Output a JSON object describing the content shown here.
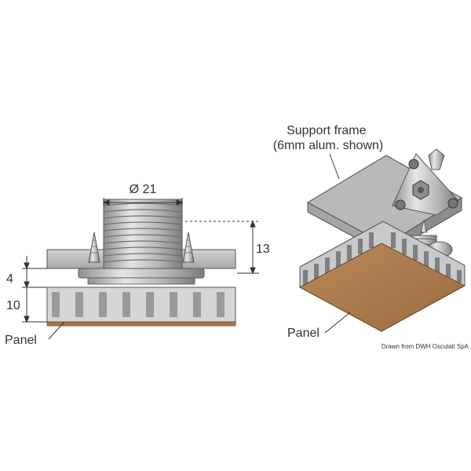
{
  "labels": {
    "diameter": "Ø 21",
    "height_13": "13",
    "height_4": "4",
    "height_10": "10",
    "panel_left": "Panel",
    "support_frame_line1": "Support frame",
    "support_frame_line2": "(6mm alum. shown)",
    "panel_right": "Panel",
    "credit": "Drawn from DWH Osculati SpA"
  },
  "colors": {
    "frame_grey": "#b9b9bb",
    "metal": "#c8c8ca",
    "panel_wood": "#a9774b",
    "line": "#333333"
  }
}
